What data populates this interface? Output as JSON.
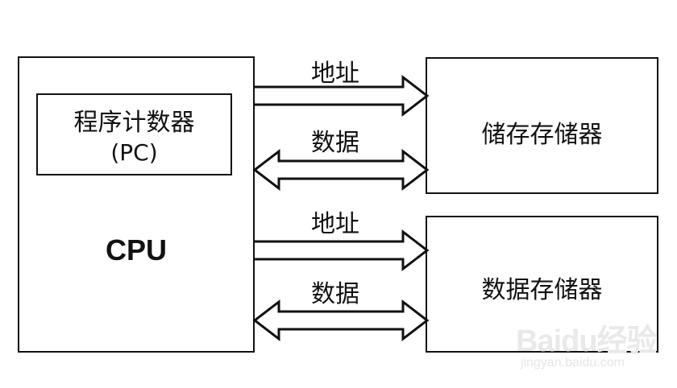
{
  "cpu": {
    "label": "CPU",
    "pc_title": "程序计数器",
    "pc_abbr": "(PC)"
  },
  "memory_top": {
    "label": "储存存储器"
  },
  "memory_bottom": {
    "label": "数据存储器"
  },
  "buses": {
    "address_label": "地址",
    "data_label": "数据"
  },
  "watermark": {
    "logo_text": "Baidu经验",
    "url": "jingyan.baidu.com"
  },
  "colors": {
    "line": "#111111",
    "background": "#ffffff",
    "watermark": "#e9e9e9"
  }
}
